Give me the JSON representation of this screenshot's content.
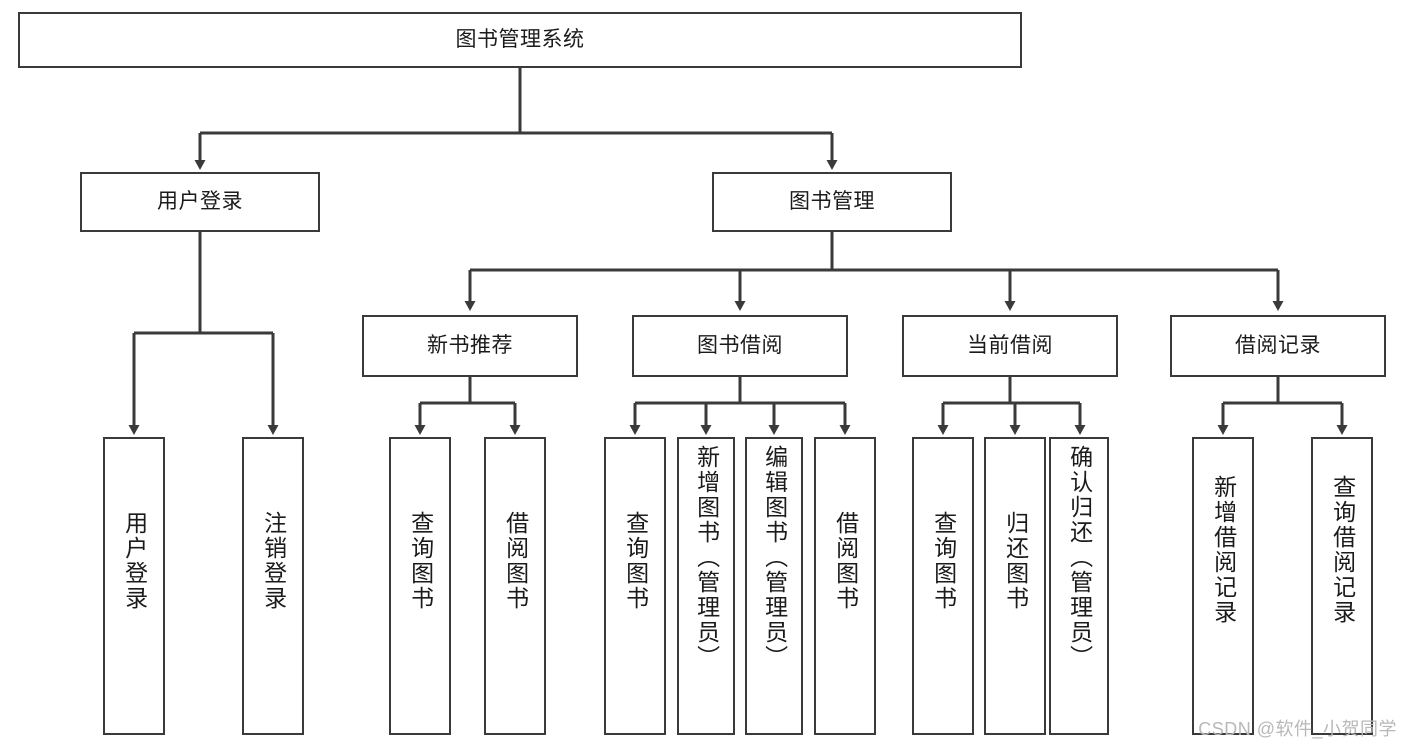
{
  "diagram": {
    "title": "图书管理系统",
    "type": "tree-hierarchy-diagram",
    "colors": {
      "stroke": "#3a3a3a",
      "fill": "#ffffff",
      "text": "#1b1b1b",
      "watermark": "#b8b8b8"
    },
    "root": {
      "label": "图书管理系统"
    },
    "level1": [
      {
        "label": "用户登录"
      },
      {
        "label": "图书管理"
      }
    ],
    "level2": [
      {
        "label": "新书推荐"
      },
      {
        "label": "图书借阅"
      },
      {
        "label": "当前借阅"
      },
      {
        "label": "借阅记录"
      }
    ],
    "leaves": {
      "user_login": [
        {
          "label": "用户登录"
        },
        {
          "label": "注销登录"
        }
      ],
      "new_book_recommend": [
        {
          "label": "查询图书"
        },
        {
          "label": "借阅图书"
        }
      ],
      "book_borrow": [
        {
          "label": "查询图书"
        },
        {
          "label": "新增图书（管理员）"
        },
        {
          "label": "编辑图书（管理员）"
        },
        {
          "label": "借阅图书"
        }
      ],
      "current_borrow": [
        {
          "label": "查询图书"
        },
        {
          "label": "归还图书"
        },
        {
          "label": "确认归还（管理员）"
        }
      ],
      "borrow_record": [
        {
          "label": "新增借阅记录"
        },
        {
          "label": "查询借阅记录"
        }
      ]
    }
  },
  "watermark": {
    "text": "CSDN @软件_小贺同学"
  }
}
